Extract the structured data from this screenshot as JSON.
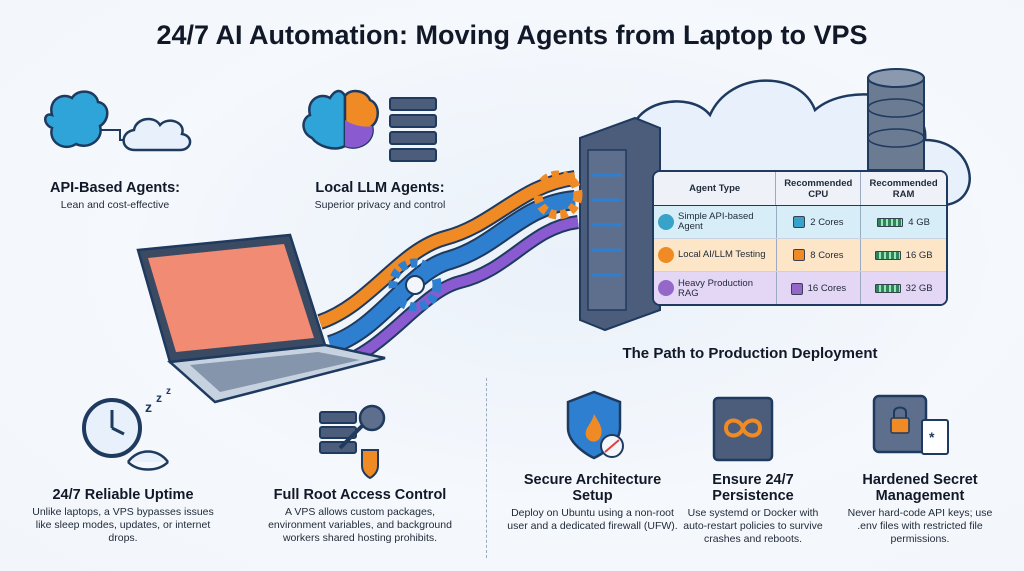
{
  "title": "24/7 AI Automation: Moving Agents from Laptop to VPS",
  "api_agents": {
    "title": "API-Based Agents:",
    "desc": "Lean and cost-effective"
  },
  "local_agents": {
    "title": "Local LLM Agents:",
    "desc": "Superior privacy and control"
  },
  "table": {
    "headers": [
      "Agent Type",
      "Recommended CPU",
      "Recommended RAM"
    ],
    "rows": [
      {
        "type": "Simple API-based Agent",
        "cpu": "2 Cores",
        "ram": "4 GB",
        "color": "#d7eef8",
        "icon_color": "#38a3c8"
      },
      {
        "type": "Local AI/LLM Testing",
        "cpu": "8 Cores",
        "ram": "16 GB",
        "color": "#fde6c8",
        "icon_color": "#f08a24"
      },
      {
        "type": "Heavy Production RAG",
        "cpu": "16 Cores",
        "ram": "32 GB",
        "color": "#e4d6f5",
        "icon_color": "#9467c9"
      }
    ]
  },
  "path_title": "The Path to Production Deployment",
  "features": [
    {
      "title": "24/7 Reliable Uptime",
      "desc": "Unlike laptops, a VPS bypasses issues like sleep modes, updates, or internet drops."
    },
    {
      "title": "Full Root Access Control",
      "desc": "A VPS allows custom packages, environment variables, and background workers shared hosting prohibits."
    },
    {
      "title": "Secure Architecture Setup",
      "desc": "Deploy on Ubuntu using a non-root user and a dedicated firewall (UFW)."
    },
    {
      "title": "Ensure 24/7 Persistence",
      "desc": "Use systemd or Docker with auto-restart policies to survive crashes and reboots."
    },
    {
      "title": "Hardened Secret Management",
      "desc": "Never hard-code API keys; use .env files with restricted file permissions."
    }
  ],
  "colors": {
    "navy": "#1e3a5f",
    "blue": "#2f7fd0",
    "orange": "#f08a24",
    "purple": "#8a5bd0",
    "teal": "#38b6c8"
  }
}
